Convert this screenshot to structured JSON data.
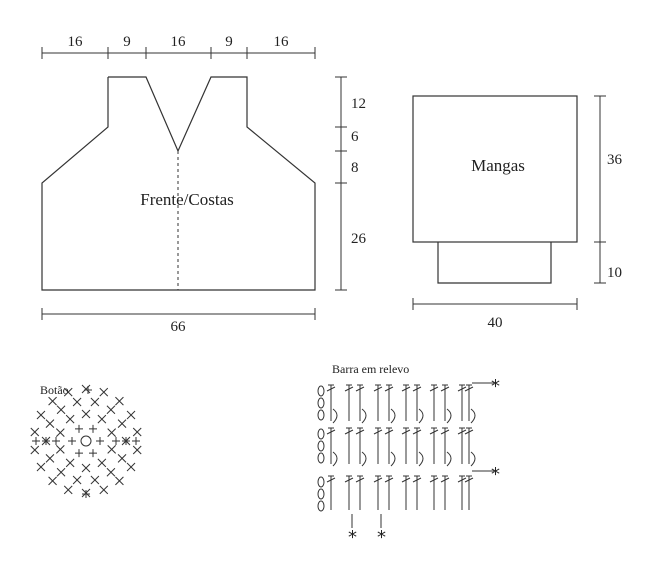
{
  "body_piece": {
    "top_measures": [
      "16",
      "9",
      "16",
      "9",
      "16"
    ],
    "side_measures": [
      "12",
      "6",
      "8",
      "26"
    ],
    "bottom_measure": "66",
    "label": "Frente/Costas"
  },
  "sleeve": {
    "label": "Mangas",
    "side_measures": [
      "36",
      "10"
    ],
    "bottom_measure": "40"
  },
  "button": {
    "label": "Botão"
  },
  "border_chart": {
    "label": "Barra em relevo",
    "star": "*"
  }
}
